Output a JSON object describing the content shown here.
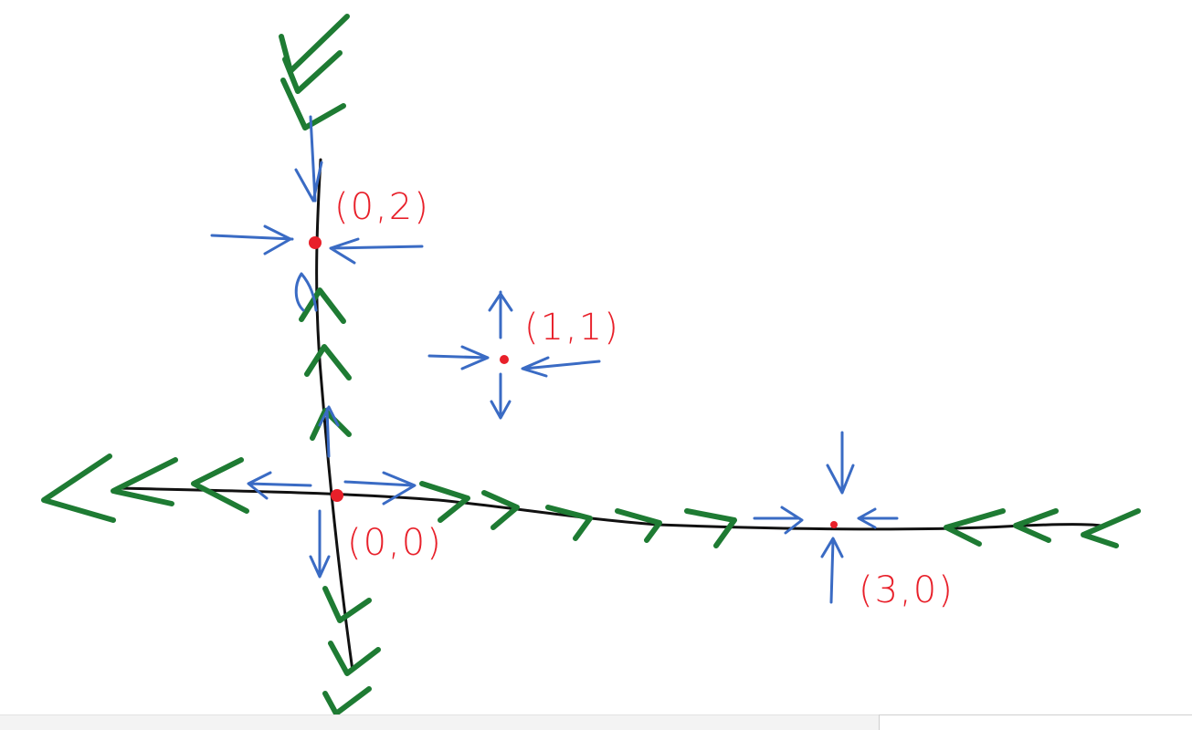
{
  "colors": {
    "axis": "#111111",
    "flow_on_axes": "#1e7b33",
    "local_flow": "#3a6bc4",
    "equilibrium": "#e8202a"
  },
  "equilibria": [
    {
      "label": "(0,2)"
    },
    {
      "label": "(1,1)"
    },
    {
      "label": "(0,0)"
    },
    {
      "label": "(3,0)"
    }
  ]
}
